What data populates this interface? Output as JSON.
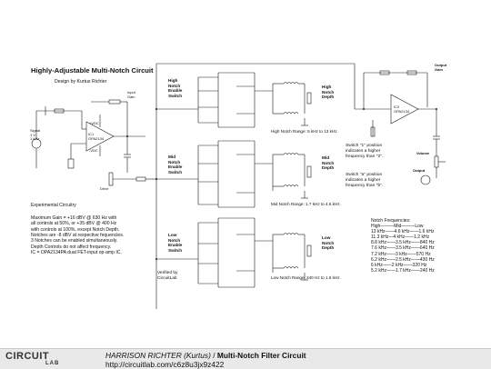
{
  "title": "Highly-Adjustable Multi-Notch Circuit",
  "designer": "Design by Kurtus Richter",
  "experimental": "Experimental Circuitry",
  "notes": [
    "Maximum Gain = +16 dBV @ 630 Hz with",
    "all controls at 50%, or +35 dBV @ 400 Hz",
    "with controls at 100%, except Notch Depth.",
    "",
    "Notches are -8 dBV at respective fequencies.",
    "3 Notches can be enabled simultaneously.",
    "Depth Controls do not affect frequency.",
    "",
    "IC = OPA2134PA dual FET-input op-amp IC."
  ],
  "sections": {
    "high": {
      "label": "High\nNotch\nEnable\nSwitch",
      "range": "High Notch Range: 5 kHz to 13 kHz.",
      "depth": "High\nNotch\nDepth"
    },
    "mid": {
      "label": "Mid\nNotch\nEnable\nSwitch",
      "range": "Mid Notch Range: 1.7 kHz to 4.6 kHz.",
      "depth": "Mid\nNotch\nDepth"
    },
    "low": {
      "label": "Low\nNotch\nEnable\nSwitch",
      "range": "Low Notch Range: 240 Hz to 1.6 kHz.",
      "depth": "Low\nNotch\nDepth"
    }
  },
  "switch_notes": [
    "Switch \"1\" position\nindicates a higher\nfrequency than \"2\".",
    "Switch \"a\" position\nindicates a higher\nfrequency than \"b\"."
  ],
  "labels": {
    "input_gain": "Input\nGain",
    "output_gain": "Output\nGain",
    "drive": "Drive",
    "volume": "Volume",
    "output": "Output",
    "signal": "Signal\n1 V\n1 kHz",
    "verified": "Verified by\nCircuitLab",
    "vcc_pos": "+VDC",
    "vcc_neg": "-VDC",
    "ic1": "IC1\nOPA2134",
    "ic2": "IC2\nOPA2134"
  },
  "frequency_table": {
    "header": "Notch Frequencies:",
    "columns": "High———Mid———Low",
    "rows": [
      "13 kHz——4.6 kHz——1.6 kHz",
      "11.3 kHz—4 kHz——1.2 kHz",
      "8.8 kHz——3.5 kHz——840 Hz",
      "7.6 kHz——3.5 kHz——640 Hz",
      "7.2 kHz——3 kHz——570 Hz",
      "6.2 kHz——2.5 kHz——430 Hz",
      "6 kHz——2 kHz——320 Hz",
      "5.2 kHz——1.7 kHz——240 Hz"
    ]
  },
  "footer": {
    "logo_top": "CIRCUIT",
    "logo_bottom": "LAB",
    "author": "HARRISON RICHTER (Kurtus)",
    "separator": " / ",
    "circuit_name": "Multi-Notch Filter Circuit",
    "url": "http://circuitlab.com/c6z8u3jx9z422"
  },
  "colors": {
    "wire": "#1a1a1a",
    "component": "#1a1a1a",
    "footer_bg": "#e9e9e9"
  }
}
